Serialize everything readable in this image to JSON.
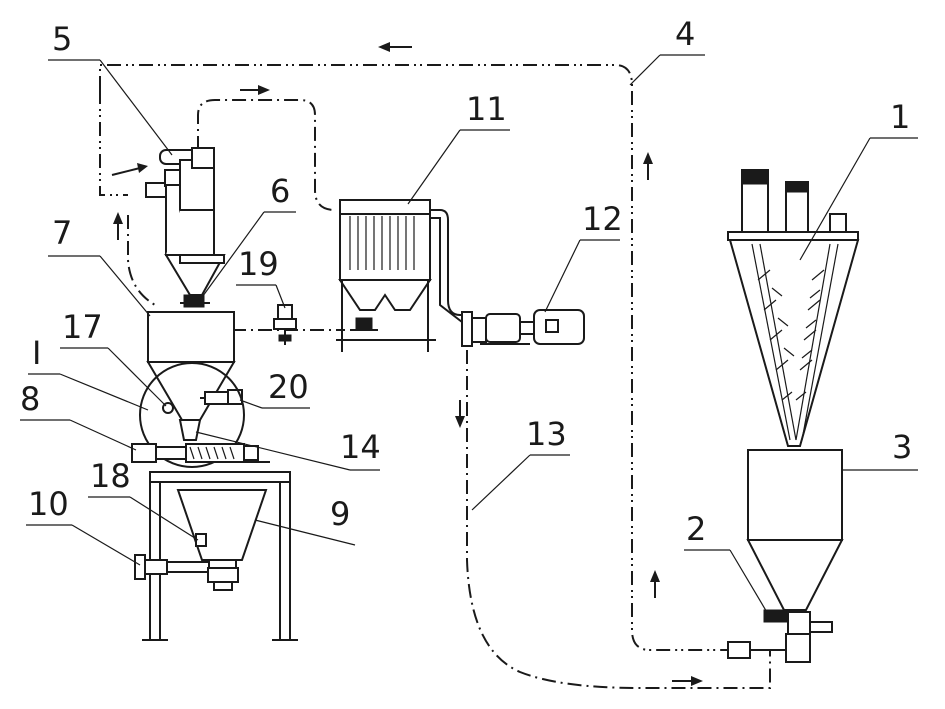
{
  "labels": {
    "l1": "1",
    "l2": "2",
    "l3": "3",
    "l4": "4",
    "l5": "5",
    "l6": "6",
    "l7": "7",
    "l8": "8",
    "l9": "9",
    "l10": "10",
    "l11": "11",
    "l12": "12",
    "l13": "13",
    "l14": "14",
    "l17": "17",
    "l18": "18",
    "l19": "19",
    "l20": "20",
    "lI": "I"
  }
}
